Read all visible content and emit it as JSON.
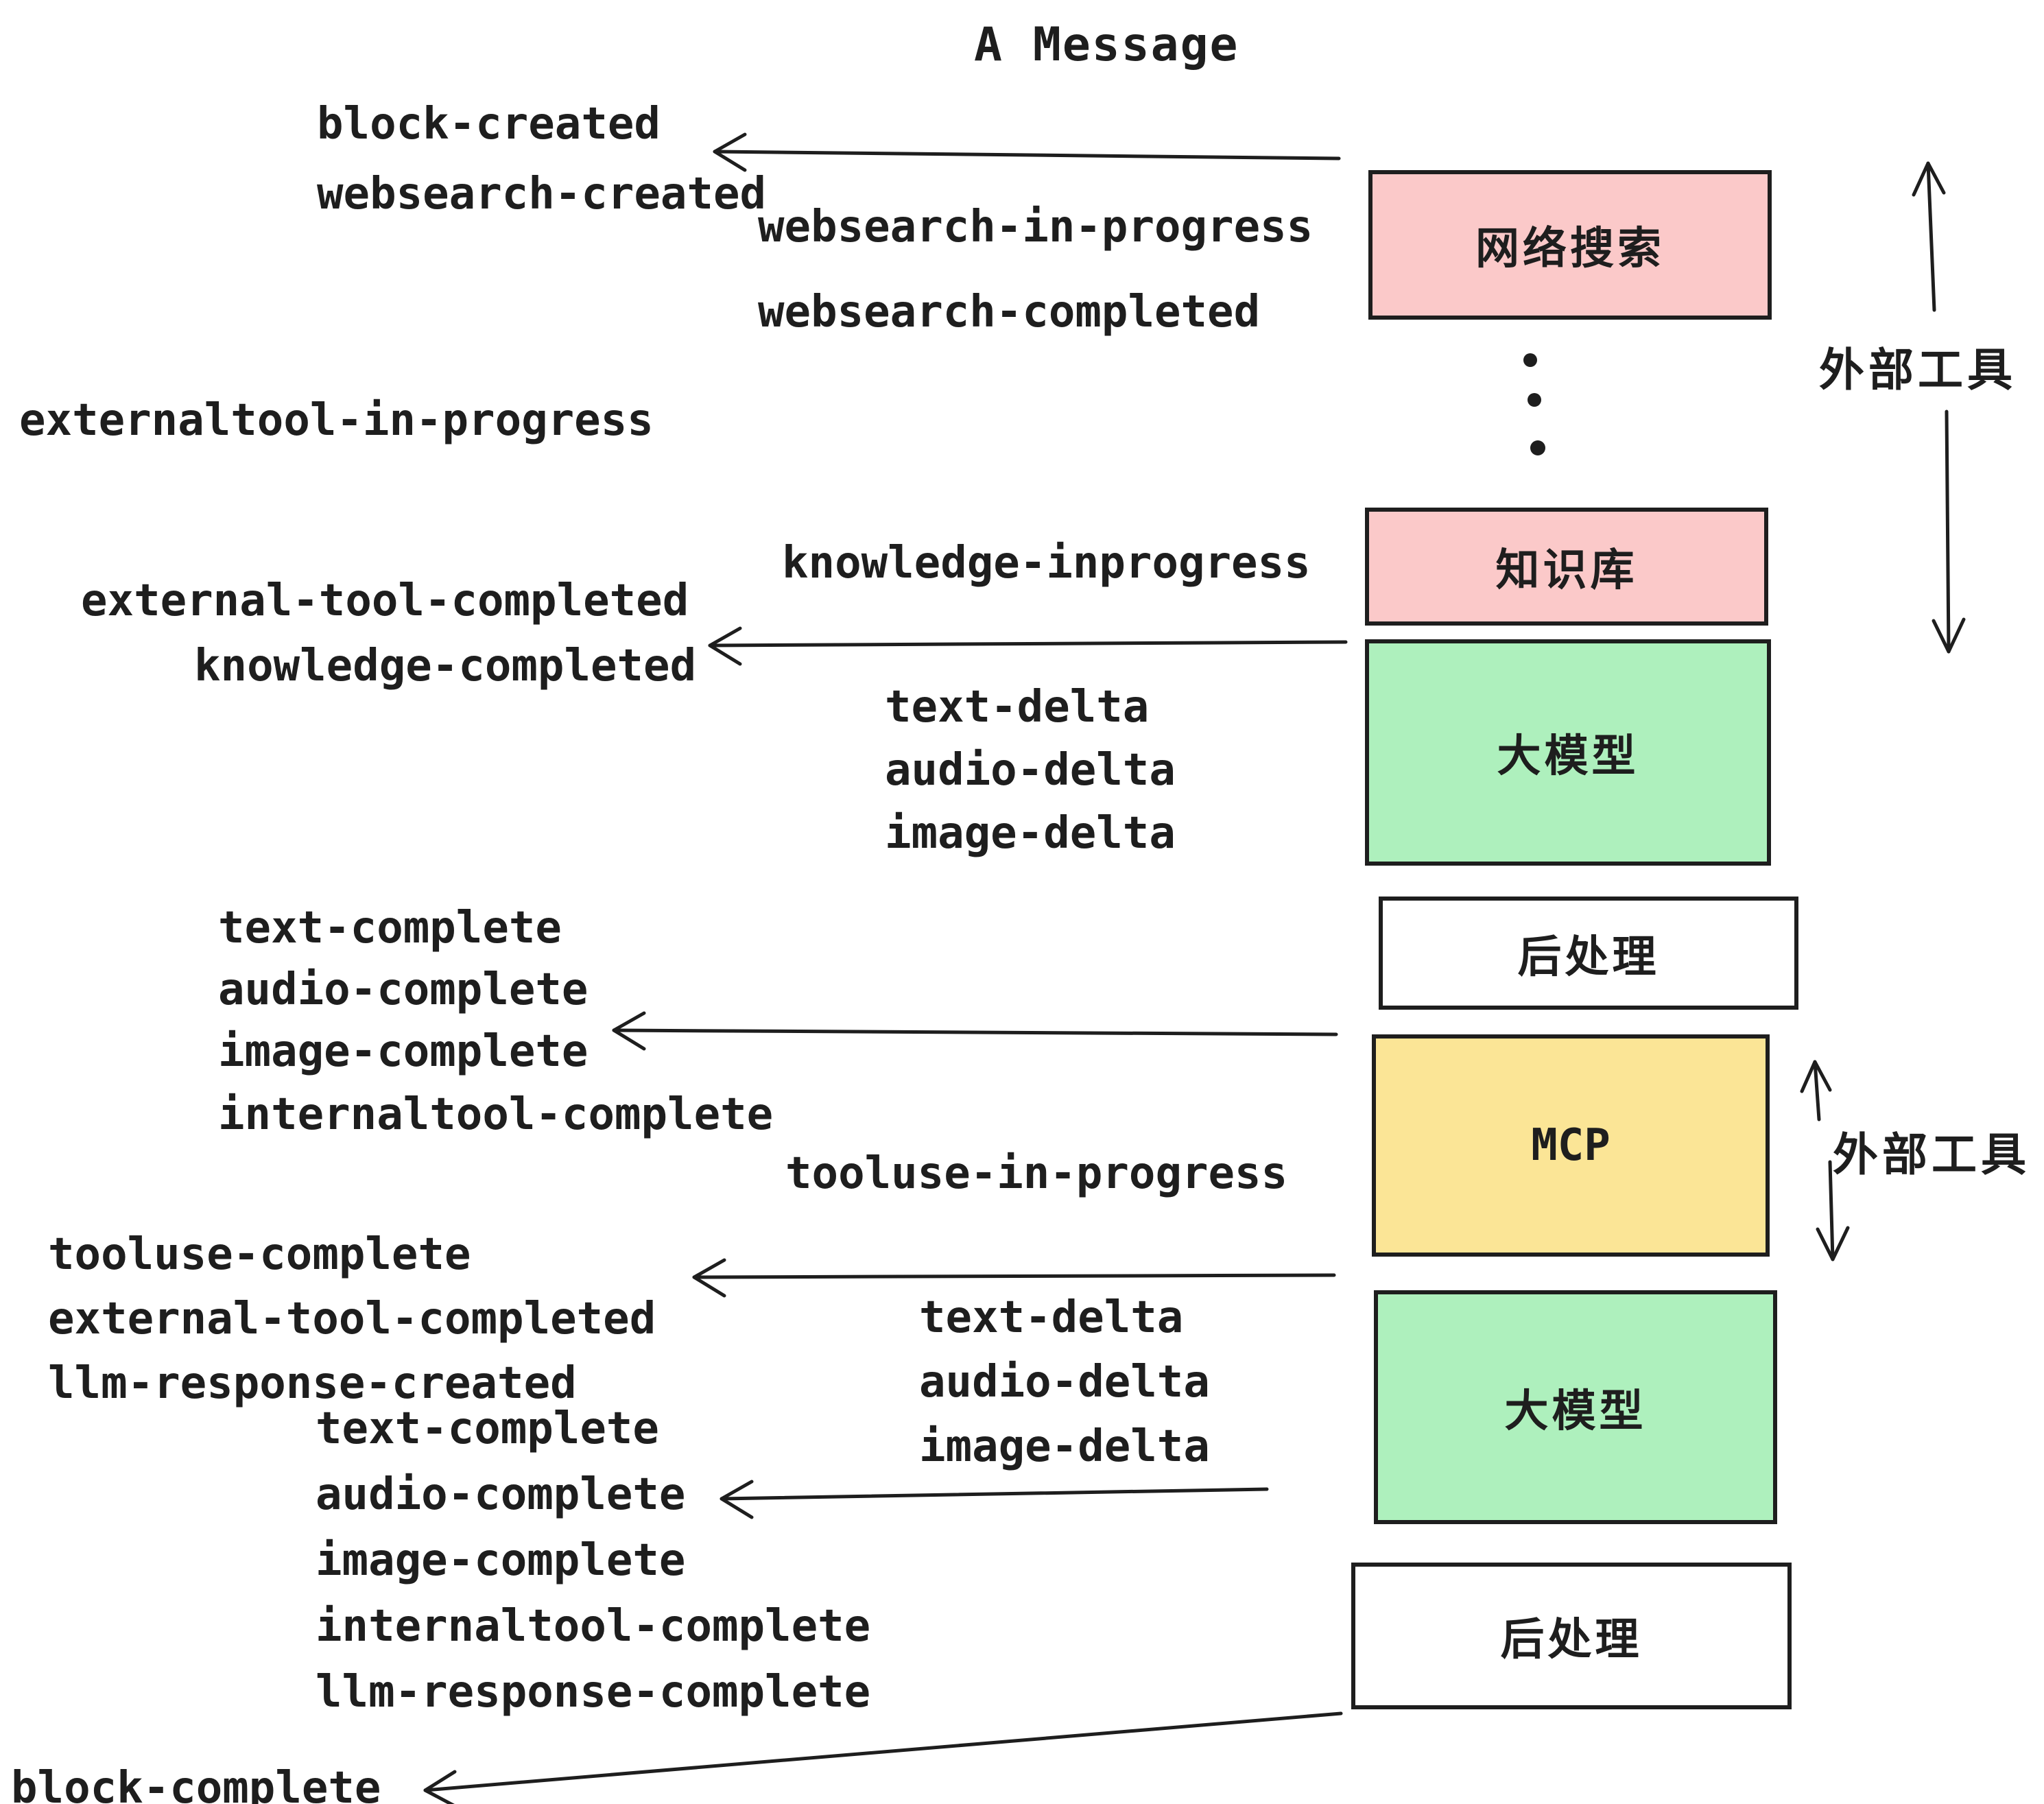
{
  "title": "A Message",
  "colors": {
    "pink": "#fbc9c9",
    "green": "#aef0bd",
    "yellow": "#fbe596",
    "box_border": "#1e1e1e",
    "text": "#1e1e1e",
    "background": "#ffffff"
  },
  "boxes": {
    "websearch": {
      "label": "网络搜索",
      "color": "#fbc9c9"
    },
    "knowledge": {
      "label": "知识库",
      "color": "#fbc9c9"
    },
    "llm_top": {
      "label": "大模型",
      "color": "#aef0bd"
    },
    "post_top": {
      "label": "后处理",
      "color": "#ffffff"
    },
    "mcp": {
      "label": "MCP",
      "color": "#fbe596"
    },
    "llm_bottom": {
      "label": "大模型",
      "color": "#aef0bd"
    },
    "post_bottom": {
      "label": "后处理",
      "color": "#ffffff"
    }
  },
  "annotations": {
    "external_tools_top": "外部工具",
    "external_tools_middle": "外部工具"
  },
  "events": {
    "block_created": "block-created",
    "websearch_created": "websearch-created",
    "websearch_in_progress": "websearch-in-progress",
    "websearch_completed": "websearch-completed",
    "externaltool_in_progress": "externaltool-in-progress",
    "knowledge_inprogress": "knowledge-inprogress",
    "external_tool_completed_top": "external-tool-completed",
    "knowledge_completed": "knowledge-completed",
    "text_delta_top": "text-delta",
    "audio_delta_top": "audio-delta",
    "image_delta_top": "image-delta",
    "text_complete_top": "text-complete",
    "audio_complete_top": "audio-complete",
    "image_complete_top": "image-complete",
    "internaltool_complete_top": "internaltool-complete",
    "tooluse_in_progress": "tooluse-in-progress",
    "tooluse_complete": "tooluse-complete",
    "external_tool_completed_bottom": "external-tool-completed",
    "llm_response_created": "llm-response-created",
    "text_delta_bottom": "text-delta",
    "audio_delta_bottom": "audio-delta",
    "image_delta_bottom": "image-delta",
    "text_complete_bottom": "text-complete",
    "audio_complete_bottom": "audio-complete",
    "image_complete_bottom": "image-complete",
    "internaltool_complete_bottom": "internaltool-complete",
    "llm_response_complete": "llm-response-complete",
    "block_complete": "block-complete"
  }
}
